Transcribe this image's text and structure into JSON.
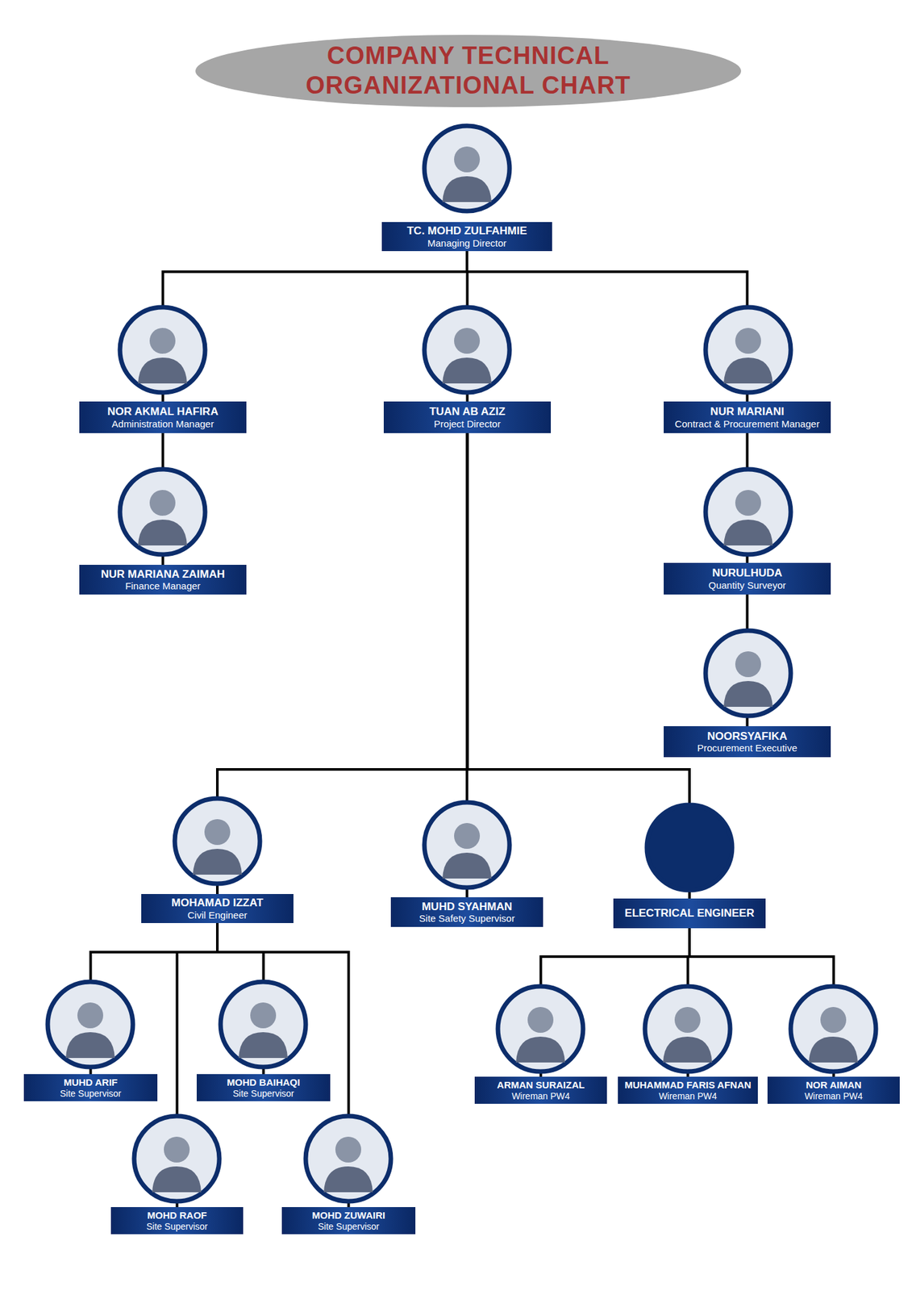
{
  "diagram": {
    "title": "COMPANY TECHNICAL ORGANIZATIONAL CHART",
    "nodes": [
      {
        "text": [
          "TC. MOHD ZULFAHMIE",
          "Managing Director"
        ]
      },
      {
        "text": [
          "NOR AKMAL HAFIRA",
          "Administration Manager"
        ]
      },
      {
        "text": [
          "TUAN AB AZIZ",
          "Project Director"
        ]
      },
      {
        "text": [
          "NUR MARIANI",
          "Contract & Procurement Manager"
        ]
      },
      {
        "text": [
          "NUR MARIANA ZAIMAH",
          "Finance Manager"
        ]
      },
      {
        "text": [
          "NURULHUDA",
          "Quantity Surveyor"
        ]
      },
      {
        "text": [
          "NOORSYAFIKA",
          "Procurement Executive"
        ]
      },
      {
        "text": [
          "MOHAMAD IZZAT",
          "Civil Engineer"
        ]
      },
      {
        "text": [
          "MUHD SYAHMAN",
          "Site Safety Supervisor"
        ]
      },
      {
        "text": [
          "ELECTRICAL ENGINEER"
        ]
      },
      {
        "text": [
          "MUHD ARIF",
          "Site Supervisor"
        ]
      },
      {
        "text": [
          "MOHD BAIHAQI",
          "Site Supervisor"
        ]
      },
      {
        "text": [
          "ARMAN SURAIZAL",
          "Wireman PW4"
        ]
      },
      {
        "text": [
          "MUHAMMAD FARIS AFNAN",
          "Wireman PW4"
        ]
      },
      {
        "text": [
          "NOR AIMAN",
          "Wireman PW4"
        ]
      },
      {
        "text": [
          "MOHD RAOF",
          "Site Supervisor"
        ]
      },
      {
        "text": [
          "MOHD ZUWAIRI",
          "Site Supervisor"
        ]
      }
    ],
    "edges": [
      {
        "from": 0,
        "to": 1,
        "arrow": "none"
      },
      {
        "from": 0,
        "to": 2,
        "arrow": "none"
      },
      {
        "from": 0,
        "to": 3,
        "arrow": "none"
      },
      {
        "from": 1,
        "to": 4,
        "arrow": "none"
      },
      {
        "from": 3,
        "to": 5,
        "arrow": "none"
      },
      {
        "from": 5,
        "to": 6,
        "arrow": "none"
      },
      {
        "from": 2,
        "to": 7,
        "arrow": "none"
      },
      {
        "from": 2,
        "to": 8,
        "arrow": "none"
      },
      {
        "from": 2,
        "to": 9,
        "arrow": "none"
      },
      {
        "from": 7,
        "to": 10,
        "arrow": "none"
      },
      {
        "from": 7,
        "to": 15,
        "arrow": "none"
      },
      {
        "from": 7,
        "to": 11,
        "arrow": "none"
      },
      {
        "from": 7,
        "to": 16,
        "arrow": "none"
      },
      {
        "from": 9,
        "to": 12,
        "arrow": "none"
      },
      {
        "from": 9,
        "to": 13,
        "arrow": "none"
      },
      {
        "from": 9,
        "to": 14,
        "arrow": "none"
      }
    ]
  }
}
